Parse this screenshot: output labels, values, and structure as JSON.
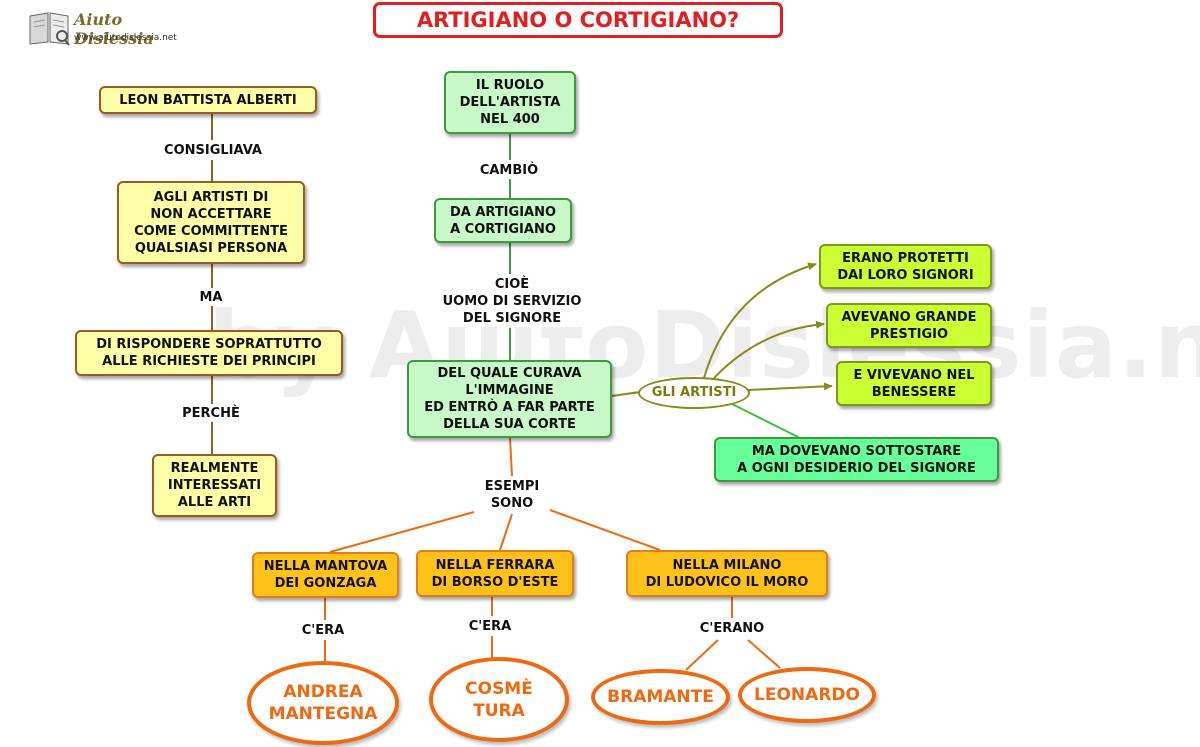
{
  "title": "ARTIGIANO O CORTIGIANO?",
  "logo": {
    "name": "Aiuto Dislessia",
    "url": "www.aiutodislessia.net",
    "icon": "book-icon"
  },
  "watermark": "by AiutoDislessia.net",
  "colors": {
    "title": "#e02020",
    "orange_link": "#ee6a12",
    "brown_link": "#9a5a22",
    "green_link": "#3e9a3e",
    "olive_link": "#8a8a1a"
  },
  "left": {
    "alberti": "LEON BATTISTA ALBERTI",
    "consigliava": "CONSIGLIAVA",
    "agli_artisti": "AGLI ARTISTI DI\nNON ACCETTARE\nCOME COMMITTENTE\nQUALSIASI PERSONA",
    "ma": "MA",
    "di_rispondere": "DI RISPONDERE SOPRATTUTTO\nALLE RICHIESTE DEI PRINCIPI",
    "perche": "PERCHÈ",
    "realmente": "REALMENTE\nINTERESSATI\nALLE ARTI"
  },
  "center": {
    "ruolo": "IL RUOLO\nDELL'ARTISTA\nNEL 400",
    "cambio": "CAMBIÒ",
    "da_artigiano": "DA ARTIGIANO\nA CORTIGIANO",
    "cioe": "CIOÈ\nUOMO DI SERVIZIO\nDEL SIGNORE",
    "del_quale": "DEL QUALE CURAVA\nL'IMMAGINE\nED ENTRÒ A FAR PARTE\nDELLA SUA CORTE",
    "esempi": "ESEMPI\nSONO"
  },
  "right": {
    "gli_artisti": "GLI ARTISTI",
    "protetti": "ERANO PROTETTI\nDAI LORO SIGNORI",
    "prestigio": "AVEVANO GRANDE\nPRESTIGIO",
    "benessere": "E VIVEVANO NEL\nBENESSERE",
    "sottostare": "MA DOVEVANO SOTTOSTARE\nA OGNI DESIDERIO DEL SIGNORE"
  },
  "examples": {
    "mantova": "NELLA MANTOVA\nDEI  GONZAGA",
    "ferrara": "NELLA FERRARA\nDI BORSO D'ESTE",
    "milano": "NELLA MILANO\nDI LUDOVICO IL MORO",
    "cera_1": "C'ERA",
    "cera_2": "C'ERA",
    "cerano": "C'ERANO",
    "mantegna": "ANDREA\nMANTEGNA",
    "tura": "COSMÈ\nTURA",
    "bramante": "BRAMANTE",
    "leonardo": "LEONARDO"
  }
}
